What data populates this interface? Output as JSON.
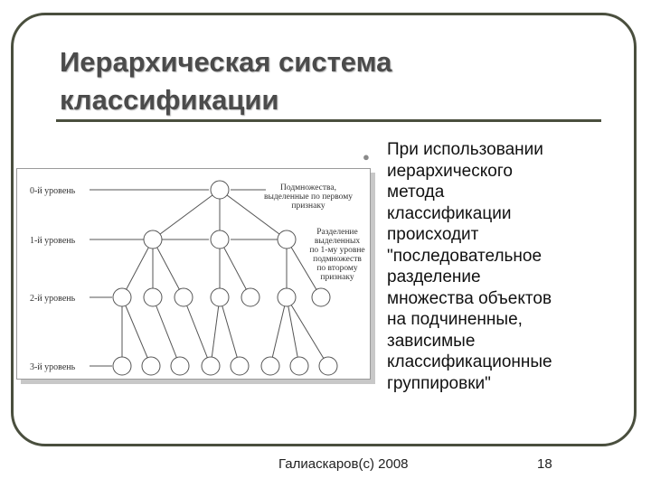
{
  "slide": {
    "title_lines": [
      "Иерархическая система",
      "классификации"
    ],
    "bullet_lines": [
      "При использовании",
      "иерархического",
      "метода",
      "классификации",
      "происходит",
      "\"последовательное",
      "разделение",
      "множества объектов",
      "на подчиненные,",
      "зависимые",
      "классификационные",
      "группировки\""
    ],
    "footer_author": "Галиаскаров(с) 2008",
    "page_number": "18"
  },
  "figure": {
    "levels": [
      "0-й уровень",
      "1-й уровень",
      "2-й уровень",
      "3-й уровень"
    ],
    "note_first_lines": [
      "Подмножества,",
      "выделенные по первому",
      "признаку"
    ],
    "note_second_lines": [
      "Разделение",
      "выделенных",
      "по 1-му уровне",
      "подмножеств",
      "по второму",
      "признаку"
    ]
  },
  "colors": {
    "frame": "#4a4f3e",
    "title": "#4b4b4b",
    "tree": "#555555"
  },
  "icons": {
    "bullet": "bullet-dot-icon"
  }
}
